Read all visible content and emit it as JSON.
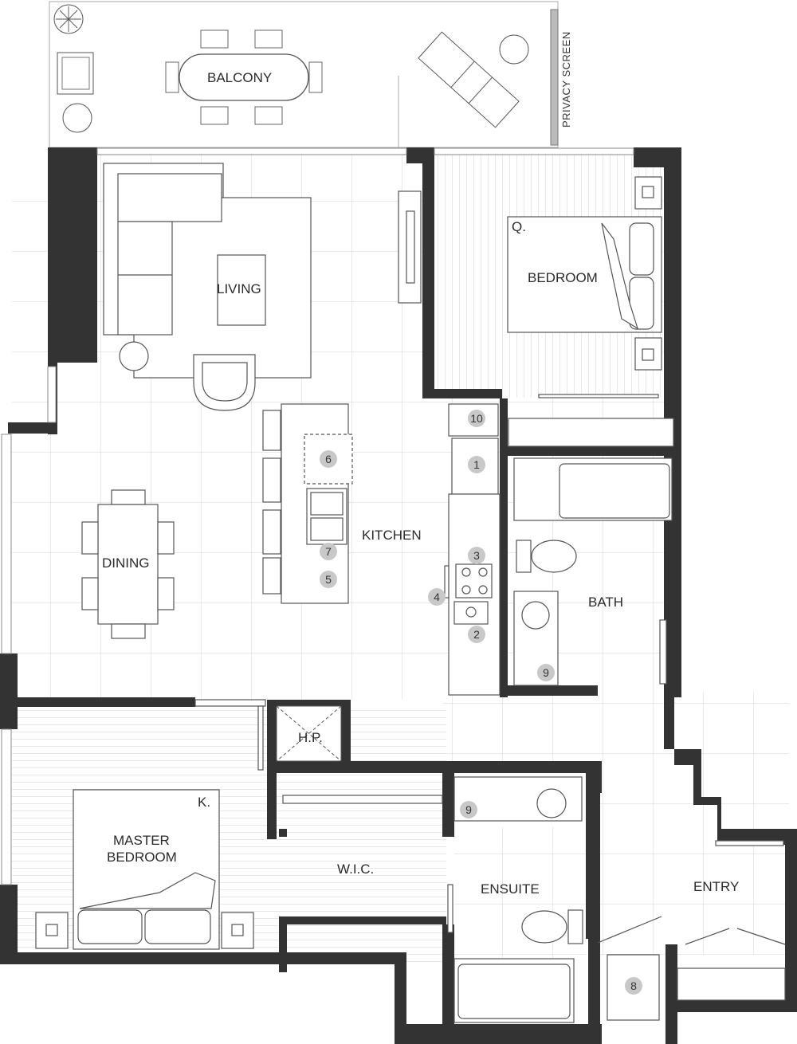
{
  "rooms": {
    "balcony": "BALCONY",
    "privacy_screen": "PRIVACY SCREEN",
    "living": "LIVING",
    "bedroom": "BEDROOM",
    "bedroom_bed": "Q.",
    "kitchen": "KITCHEN",
    "dining": "DINING",
    "bath": "BATH",
    "hp": "H.P.",
    "master_line1": "MASTER",
    "master_line2": "BEDROOM",
    "master_bed": "K.",
    "wic": "W.I.C.",
    "ensuite": "ENSUITE",
    "entry": "ENTRY"
  },
  "markers": {
    "m1": "1",
    "m2": "2",
    "m3": "3",
    "m4": "4",
    "m5": "5",
    "m6": "6",
    "m7": "7",
    "m8": "8",
    "m9a": "9",
    "m9b": "9",
    "m10": "10"
  }
}
